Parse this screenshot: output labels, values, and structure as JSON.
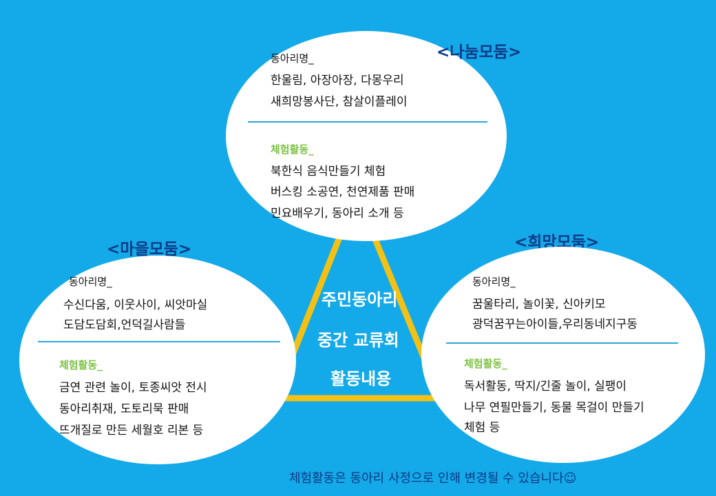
{
  "colors": {
    "background": "#14a9e8",
    "circle": "#ffffff",
    "title": "#0d3a86",
    "divider": "#29a6dd",
    "activity_label": "#7cc243",
    "triangle": "#f3c116"
  },
  "center": {
    "line1": "주민동아리",
    "line2": "중간 교류회",
    "line3": "활동내용"
  },
  "nanum": {
    "title": "<나눔모둠>",
    "club_label": "동아리명_",
    "clubs": [
      "한울림, 아장아장, 다몽우리",
      "새희망봉사단, 참살이플레이"
    ],
    "activity_label": "체험활동_",
    "activities": [
      "북한식 음식만들기 체험",
      "버스킹 소공연, 천연제품 판매",
      "민요배우기, 동아리 소개 등"
    ]
  },
  "maeul": {
    "title": "<마을모둠>",
    "club_label": "동아리명_",
    "clubs": [
      "수신다움, 이웃사이, 씨앗마실",
      "도담도담회,언덕길사람들"
    ],
    "activity_label": "체험활동_",
    "activities": [
      "금연 관련 놀이, 토종씨앗 전시",
      "동아리취재, 도토리묵 판매",
      "뜨개질로 만든 세월호 리본 등"
    ]
  },
  "huimang": {
    "title": "<희망모둠>",
    "club_label": "동아리명_",
    "clubs": [
      "꿈울타리, 놀이꽃, 신아키모",
      "광덕꿈꾸는아이들,우리동네지구동"
    ],
    "activity_label": "체험활동_",
    "activities": [
      "독서활동, 딱지/긴줄 놀이, 실팽이",
      "나무 연필만들기, 동물 목걸이 만들기",
      "체험 등"
    ]
  },
  "footer": "체험활동은 동아리 사정으로 인해 변경될 수 있습니다☺"
}
